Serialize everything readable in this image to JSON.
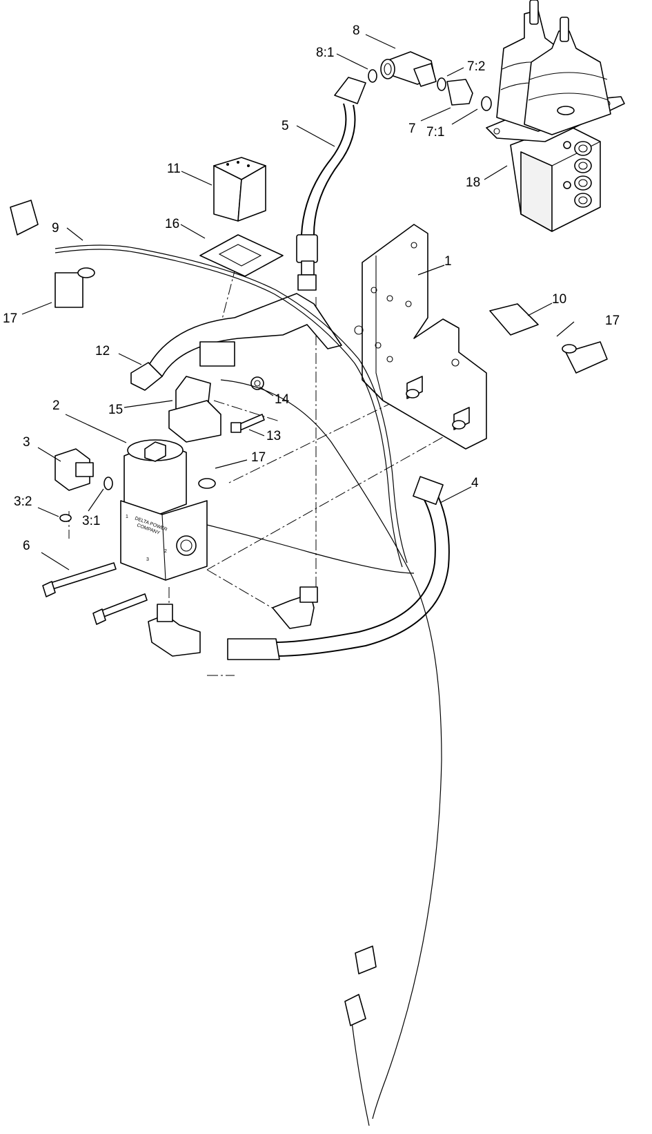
{
  "callouts": [
    {
      "id": "c1",
      "text": "1"
    },
    {
      "id": "c2",
      "text": "2"
    },
    {
      "id": "c3",
      "text": "3"
    },
    {
      "id": "c3_1",
      "text": "3:1"
    },
    {
      "id": "c3_2",
      "text": "3:2"
    },
    {
      "id": "c4",
      "text": "4"
    },
    {
      "id": "c5",
      "text": "5"
    },
    {
      "id": "c6",
      "text": "6"
    },
    {
      "id": "c7",
      "text": "7"
    },
    {
      "id": "c7_1",
      "text": "7:1"
    },
    {
      "id": "c7_2",
      "text": "7:2"
    },
    {
      "id": "c8",
      "text": "8"
    },
    {
      "id": "c8_1",
      "text": "8:1"
    },
    {
      "id": "c9",
      "text": "9"
    },
    {
      "id": "c10",
      "text": "10"
    },
    {
      "id": "c11",
      "text": "11"
    },
    {
      "id": "c12",
      "text": "12"
    },
    {
      "id": "c13",
      "text": "13"
    },
    {
      "id": "c14",
      "text": "14"
    },
    {
      "id": "c15",
      "text": "15"
    },
    {
      "id": "c16",
      "text": "16"
    },
    {
      "id": "c17a",
      "text": "17"
    },
    {
      "id": "c17b",
      "text": "17"
    },
    {
      "id": "c17c",
      "text": "17"
    },
    {
      "id": "c18",
      "text": "18"
    }
  ],
  "valve_block": {
    "stamp_line1": "DELTA POWER",
    "stamp_line2": "COMPANY",
    "port1": "1",
    "port2": "2",
    "port3": "3"
  }
}
